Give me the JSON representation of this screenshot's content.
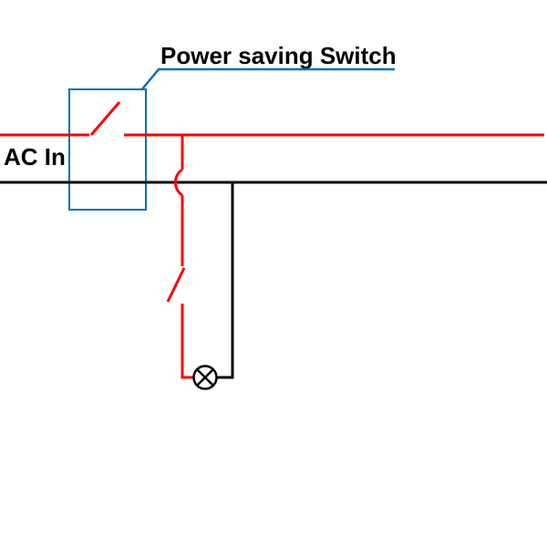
{
  "diagram": {
    "title": "Power saving Switch",
    "ac_in_label": "AC In",
    "lamp_symbol": "lamp (circle with cross)"
  },
  "colors": {
    "wire_live": "#FF0000",
    "wire_neutral": "#000000",
    "annotation_blue": "#0070C0",
    "background": "#FFFFFF",
    "text": "#000000"
  }
}
